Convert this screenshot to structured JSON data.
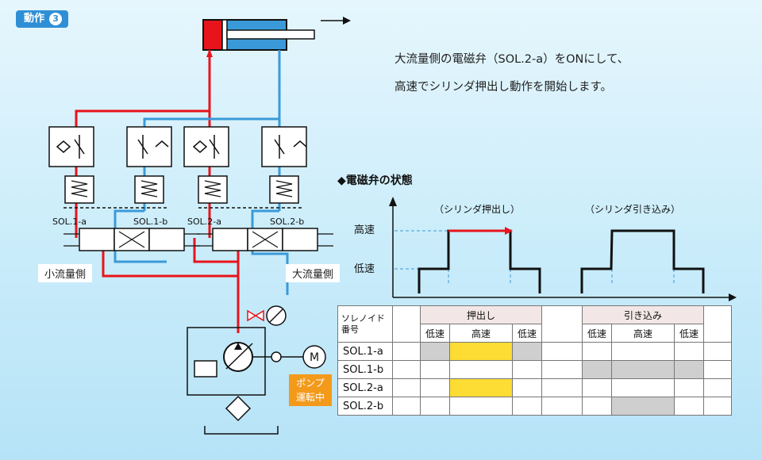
{
  "badge": {
    "label": "動作",
    "number": "3"
  },
  "description": {
    "line1": "大流量側の電磁弁（SOL.2-a）をONにして、",
    "line2": "高速でシリンダ押出し動作を開始します。"
  },
  "colors": {
    "pressure": "#e8141b",
    "return": "#3a9ad9",
    "active_cell": "#fddc33",
    "inactive_cell": "#cfcfcf",
    "badge": "#2f8fd6",
    "pump_badge": "#f39a1b"
  },
  "hydraulic": {
    "solenoids": [
      "SOL.1-a",
      "SOL.1-b",
      "SOL.2-a",
      "SOL.2-b"
    ],
    "small_flow_label": "小流量側",
    "large_flow_label": "大流量側",
    "motor_label": "M",
    "pump_status": [
      "ポンプ",
      "運転中"
    ]
  },
  "chart_data": {
    "type": "line",
    "title": "◆電磁弁の状態",
    "y_levels": [
      "低速",
      "高速"
    ],
    "annotations": [
      "（シリンダ押出し）",
      "（シリンダ引き込み）"
    ],
    "series": [
      {
        "name": "",
        "steps": [
          {
            "phase": "押出し",
            "segment": "低速",
            "level": "低速"
          },
          {
            "phase": "押出し",
            "segment": "高速",
            "level": "高速"
          },
          {
            "phase": "押出し",
            "segment": "低速",
            "level": "低速"
          },
          {
            "phase": "引き込み",
            "segment": "低速",
            "level": "低速"
          },
          {
            "phase": "引き込み",
            "segment": "高速",
            "level": "高速"
          },
          {
            "phase": "引き込み",
            "segment": "低速",
            "level": "低速"
          }
        ]
      }
    ],
    "highlight": "押出し 高速"
  },
  "table": {
    "corner": [
      "ソレノイド",
      "番号"
    ],
    "groups": [
      "押出し",
      "引き込み"
    ],
    "subheads": [
      "低速",
      "高速",
      "低速",
      "低速",
      "高速",
      "低速"
    ],
    "rows": [
      {
        "label": "SOL.1-a",
        "cells": [
          "",
          "grey",
          "yellow",
          "grey",
          "",
          "",
          "",
          "",
          ""
        ]
      },
      {
        "label": "SOL.1-b",
        "cells": [
          "",
          "",
          "",
          "",
          "",
          "grey",
          "grey",
          "grey",
          ""
        ]
      },
      {
        "label": "SOL.2-a",
        "cells": [
          "",
          "",
          "yellow",
          "",
          "",
          "",
          "",
          "",
          ""
        ]
      },
      {
        "label": "SOL.2-b",
        "cells": [
          "",
          "",
          "",
          "",
          "",
          "",
          "grey",
          "",
          ""
        ]
      }
    ]
  }
}
